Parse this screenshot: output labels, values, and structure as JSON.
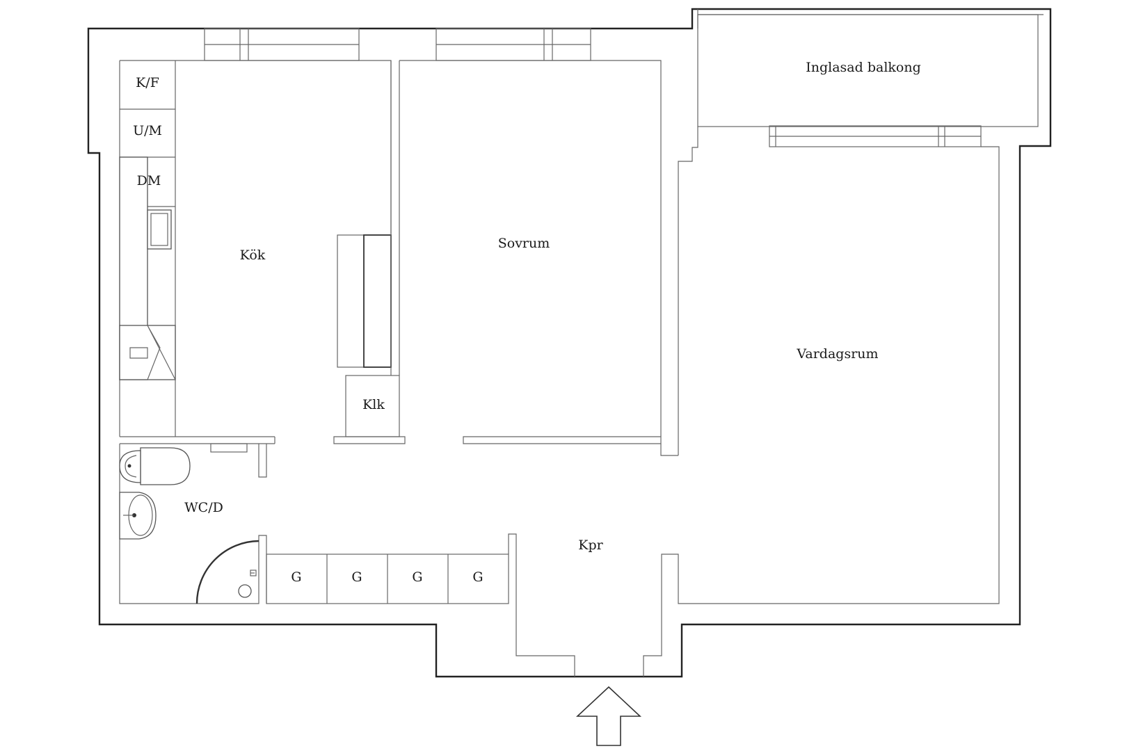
{
  "rooms": {
    "kitchen": "Kök",
    "bedroom": "Sovrum",
    "living_room": "Vardagsrum",
    "balcony": "Inglasad balkong",
    "closet": "Klk",
    "bathroom": "WC/D",
    "hall": "Kpr"
  },
  "appliances": {
    "fridge_freezer": "K/F",
    "oven_microwave": "U/M",
    "dishwasher": "DM"
  },
  "wardrobes": [
    "G",
    "G",
    "G",
    "G"
  ]
}
